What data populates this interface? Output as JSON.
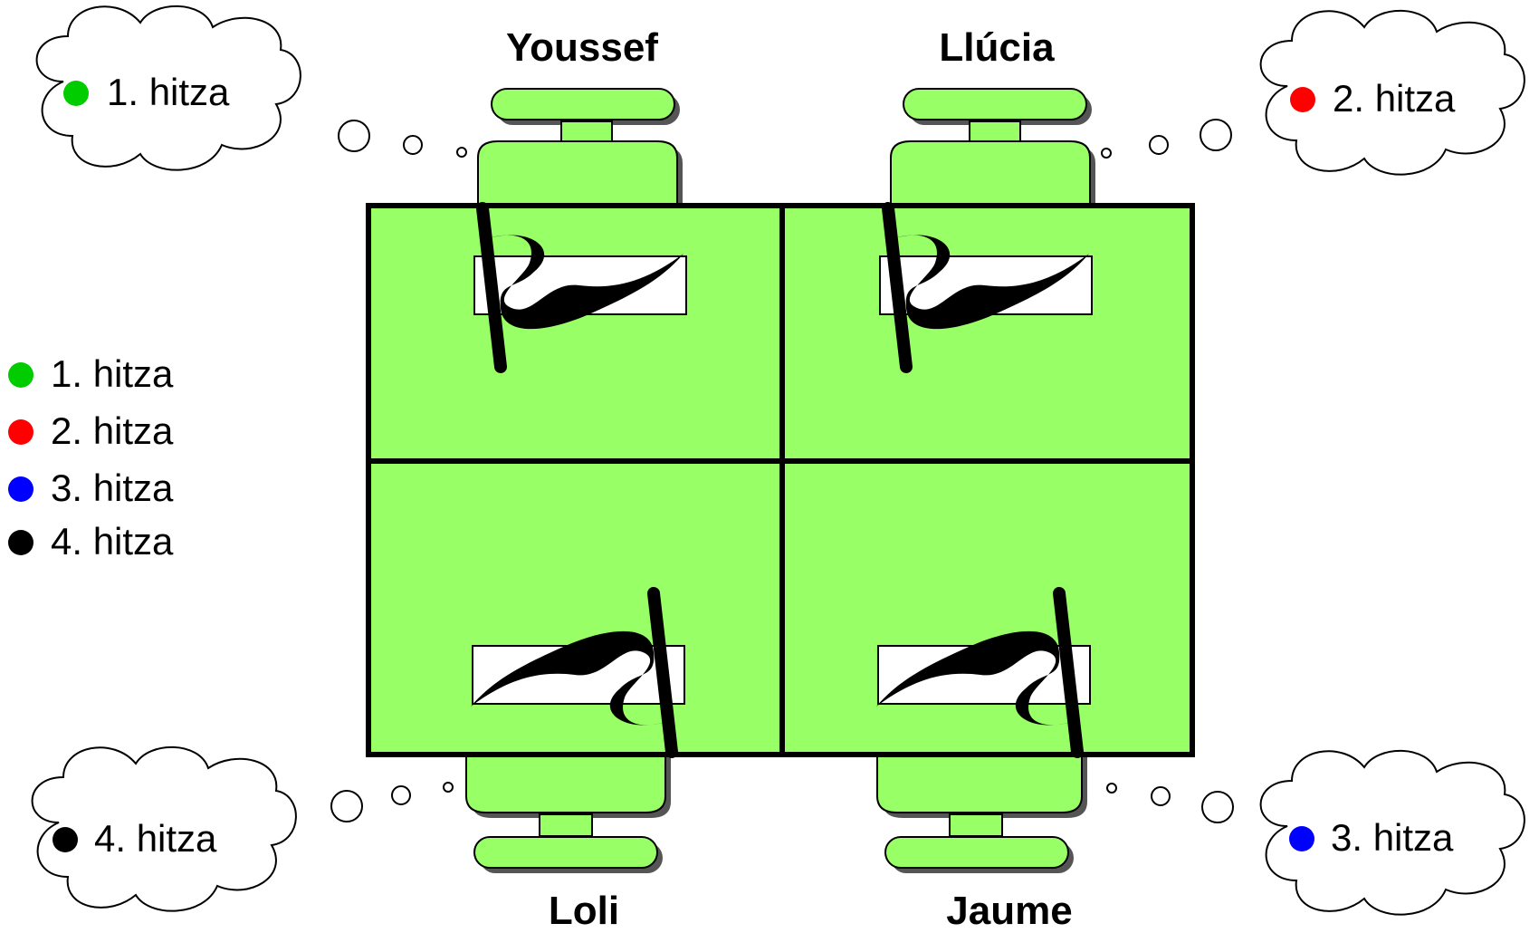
{
  "people": {
    "top_left": "Youssef",
    "top_right": "Llúcia",
    "bottom_left": "Loli",
    "bottom_right": "Jaume"
  },
  "clouds": {
    "top_left": "1. hitza",
    "top_right": "2. hitza",
    "bottom_left": "4. hitza",
    "bottom_right": "3. hitza"
  },
  "legend": [
    {
      "label": "1. hitza",
      "color": "#00cc00"
    },
    {
      "label": "2. hitza",
      "color": "#ff0000"
    },
    {
      "label": "3. hitza",
      "color": "#0000ff"
    },
    {
      "label": "4. hitza",
      "color": "#000000"
    }
  ],
  "colors": {
    "table": "#99ff66",
    "chair": "#99ff66",
    "word1": "#00cc00",
    "word2": "#ff0000",
    "word3": "#0000ff",
    "word4": "#000000"
  }
}
